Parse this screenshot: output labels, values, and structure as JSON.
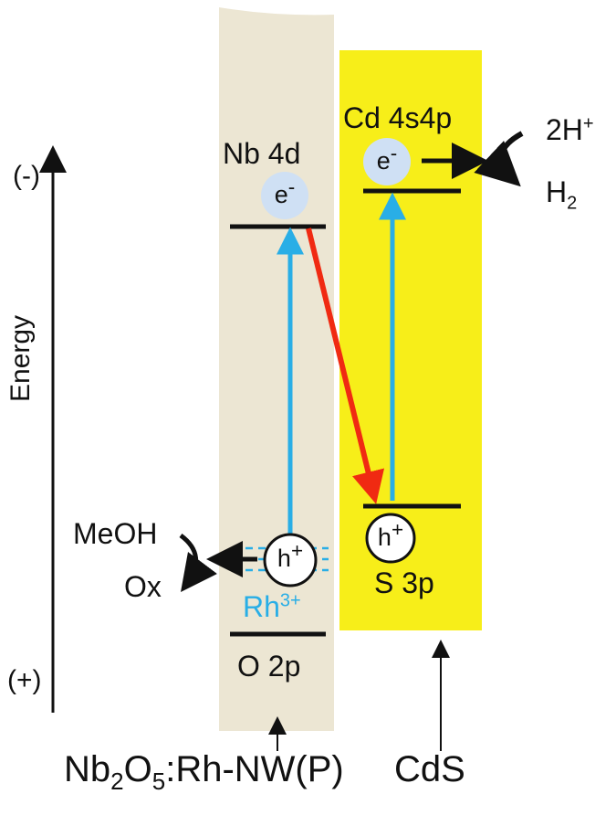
{
  "axis": {
    "label": "Energy",
    "top": "(-)",
    "bottom": "(+)"
  },
  "nb2o5": {
    "cb_label": "Nb 4d",
    "vb_label": "O 2p",
    "dopant_label_main": "Rh",
    "dopant_label_sup": "3+",
    "electron_main": "e",
    "electron_sup": "-",
    "hole_main": "h",
    "hole_sup": "+"
  },
  "cds": {
    "cb_label": "Cd 4s4p",
    "vb_label": "S 3p",
    "electron_main": "e",
    "electron_sup": "-",
    "hole_main": "h",
    "hole_sup": "+"
  },
  "reduction": {
    "reactant_main": "2H",
    "reactant_sup": "+",
    "product_main": "H",
    "product_sub": "2"
  },
  "oxidation": {
    "reactant": "MeOH",
    "product": "Ox"
  },
  "bottom_labels": {
    "nb_part1": "Nb",
    "nb_sub1": "2",
    "nb_part2": "O",
    "nb_sub2": "5",
    "nb_part3": ":Rh-NW(P)",
    "cds": "CdS"
  },
  "colors": {
    "nb_panel": "#ece6d3",
    "cds_panel": "#f7ee19",
    "photo_arrow": "#29aee6",
    "transfer_arrow": "#f02a12",
    "electron_circle": "#cfe0f4"
  }
}
